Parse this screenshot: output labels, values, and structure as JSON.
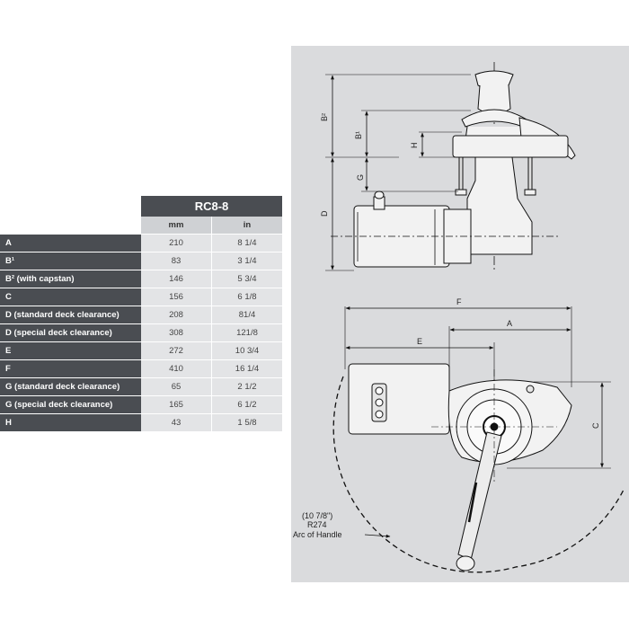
{
  "table": {
    "model": "RC8-8",
    "units": {
      "mm": "mm",
      "in": "in"
    },
    "rows": [
      {
        "label": "A",
        "mm": "210",
        "in": "8 1/4"
      },
      {
        "label": "B¹",
        "mm": "83",
        "in": "3 1/4"
      },
      {
        "label": "B² (with capstan)",
        "mm": "146",
        "in": "5 3/4"
      },
      {
        "label": "C",
        "mm": "156",
        "in": "6 1/8"
      },
      {
        "label": "D (standard deck clearance)",
        "mm": "208",
        "in": "81/4"
      },
      {
        "label": "D (special deck clearance)",
        "mm": "308",
        "in": "121/8"
      },
      {
        "label": "E",
        "mm": "272",
        "in": "10 3/4"
      },
      {
        "label": "F",
        "mm": "410",
        "in": "16 1/4"
      },
      {
        "label": "G (standard deck clearance)",
        "mm": "65",
        "in": "2 1/2"
      },
      {
        "label": "G (special deck clearance)",
        "mm": "165",
        "in": "6 1/2"
      },
      {
        "label": "H",
        "mm": "43",
        "in": "1 5/8"
      }
    ]
  },
  "drawing": {
    "dim_labels": {
      "B2": "B²",
      "B1": "B¹",
      "H": "H",
      "G": "G",
      "D": "D",
      "F": "F",
      "A": "A",
      "E": "E",
      "C": "C"
    },
    "handle_note": {
      "line1": "(10 7/8\")",
      "line2": "R274",
      "line3": "Arc of Handle"
    }
  }
}
